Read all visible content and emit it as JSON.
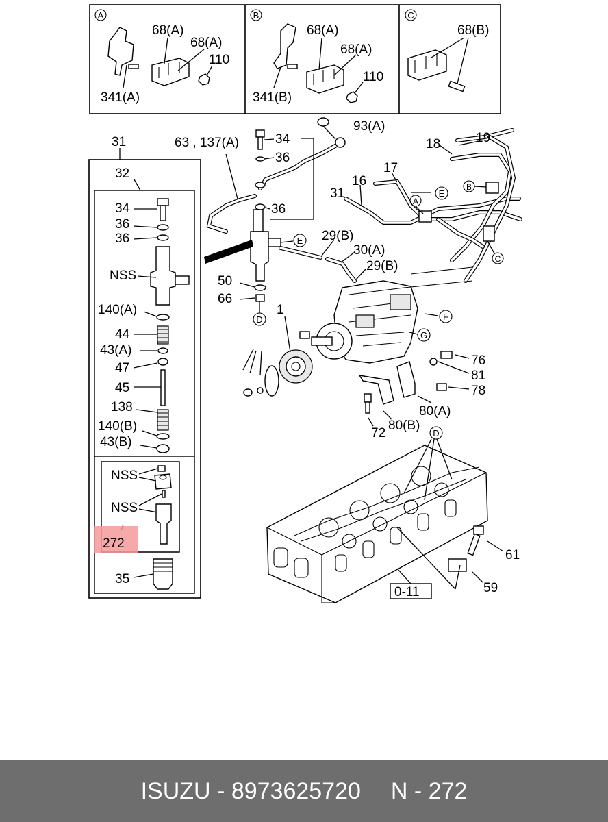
{
  "insets": {
    "a": {
      "mark": "A",
      "bracket": "341(A)",
      "clamp1": "68(A)",
      "clamp2": "68(A)",
      "nut": "110"
    },
    "b": {
      "mark": "B",
      "bracket": "341(B)",
      "clamp1": "68(A)",
      "clamp2": "68(A)",
      "nut": "110"
    },
    "c": {
      "mark": "C",
      "clamp": "68(B)"
    }
  },
  "injector": {
    "assy": "31",
    "sub": "32",
    "items": [
      "34",
      "36",
      "36",
      "NSS",
      "140(A)",
      "44",
      "43(A)",
      "47",
      "45",
      "138",
      "140(B)",
      "43(B)"
    ],
    "nozzle_nss_1": "NSS",
    "nozzle_nss_2": "NSS",
    "highlight": "272",
    "sleeve": "35"
  },
  "main": {
    "l_93a": "93(A)",
    "l_63_137a": "63 , 137(A)",
    "l_34": "34",
    "l_36a": "36",
    "l_36b": "36",
    "l_31": "31",
    "l_19": "19",
    "l_18": "18",
    "l_17": "17",
    "l_16": "16",
    "l_29b1": "29(B)",
    "l_30a": "30(A)",
    "l_29b2": "29(B)",
    "l_50": "50",
    "l_66": "66",
    "l_1": "1",
    "l_76": "76",
    "l_81": "81",
    "l_78": "78",
    "l_80a": "80(A)",
    "l_80b": "80(B)",
    "l_72": "72",
    "l_61": "61",
    "l_59": "59",
    "ref_box": "0-11",
    "marks": {
      "a": "A",
      "b": "B",
      "c": "C",
      "d1": "D",
      "d2": "D",
      "e1": "E",
      "e2": "E",
      "f": "F",
      "g": "G"
    }
  },
  "footer": {
    "brand": "ISUZU",
    "separator": "-",
    "part_number": "8973625720",
    "ref": "N - 272"
  }
}
